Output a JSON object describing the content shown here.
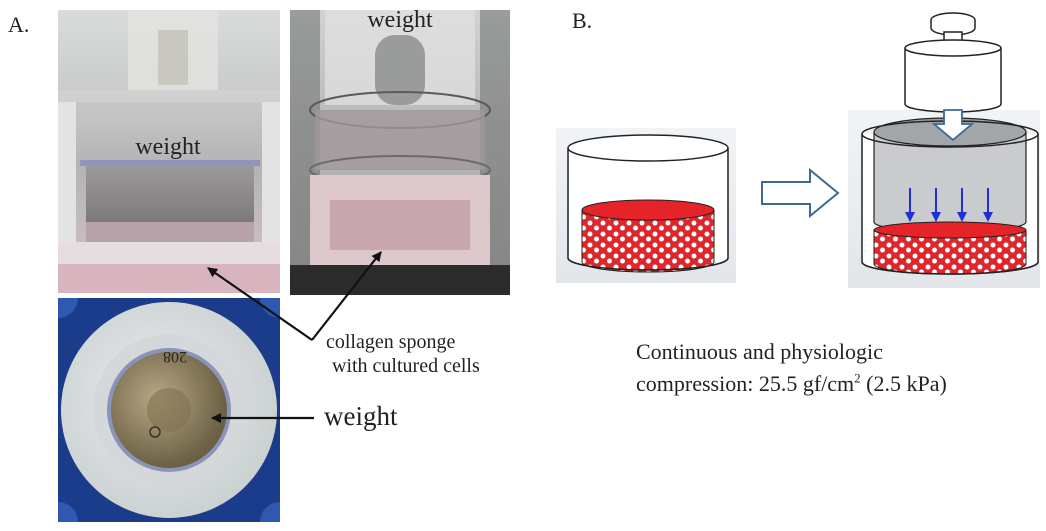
{
  "panels": {
    "a": {
      "label": "A.",
      "photo1_text": "weight",
      "photo2_text": "weight",
      "annotation_sponge_line1": "collagen sponge",
      "annotation_sponge_line2": "with cultured cells",
      "annotation_weight": "weight",
      "engraving": "208"
    },
    "b": {
      "label": "B.",
      "caption_line1": "Continuous and physiologic",
      "caption_line2_pre": "compression: 25.5 gf/cm",
      "caption_sup": "2",
      "caption_line2_post": " (2.5 kPa)"
    }
  },
  "colors": {
    "sponge_red": "#e52329",
    "arrow_blue": "#1f2fd6",
    "arrow_outline": "#3b6a97"
  }
}
